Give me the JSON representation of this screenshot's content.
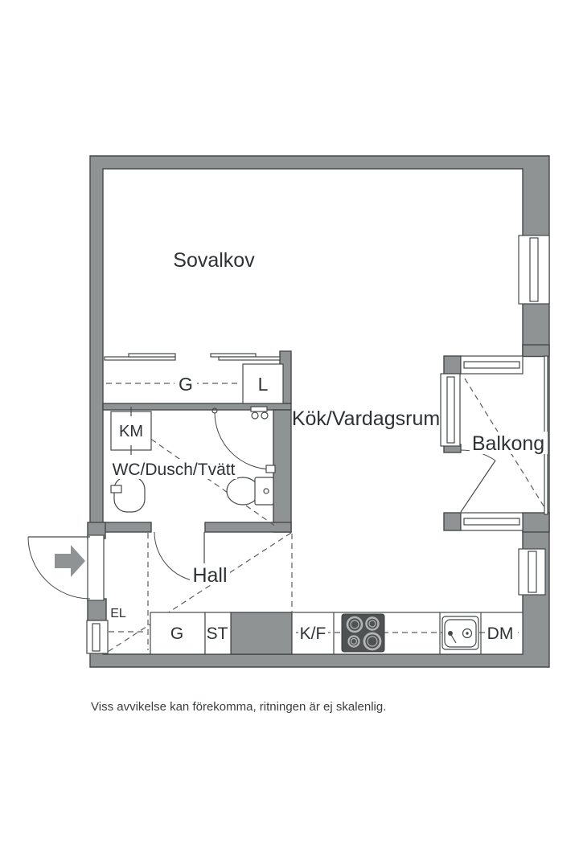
{
  "rooms": {
    "sovalkov": "Sovalkov",
    "kok_vardagsrum": "Kök/Vardagsrum",
    "balkong": "Balkong",
    "hall": "Hall",
    "wc_dusch_tvatt": "WC/Dusch/Tvätt"
  },
  "closets": {
    "km": "KM",
    "g_wardrobe": "G",
    "l_wardrobe": "L",
    "el": "EL",
    "g_cabinet": "G",
    "st_cabinet": "ST"
  },
  "kitchen": {
    "kf": "K/F",
    "dm": "DM"
  },
  "caption": "Viss avvikelse kan förekomma, ritningen är ej skalenlig.",
  "colors": {
    "wall": "#909394",
    "outline": "#45494a",
    "dash": "#595d5e",
    "stove": "#4e5253",
    "burner": "#b3b6b7",
    "text": "#2e3234"
  }
}
